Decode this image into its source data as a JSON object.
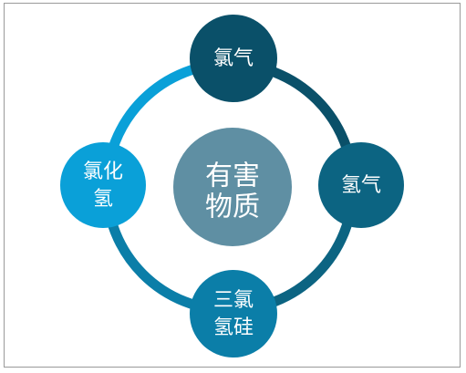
{
  "diagram": {
    "center": {
      "line1": "有害",
      "line2": "物质",
      "color": "#5f8fa3"
    },
    "nodes": {
      "top": {
        "label": "氯气",
        "color": "#0a5069"
      },
      "right": {
        "label": "氢气",
        "color": "#0c6482"
      },
      "bottom": {
        "line1": "三氯",
        "line2": "氢硅",
        "color": "#0b7ea8"
      },
      "left": {
        "line1": "氯化",
        "line2": "氢",
        "color": "#0aa0d8"
      }
    },
    "ring_colors": {
      "upper_right": "#0a5069",
      "lower_right": "#0c6482",
      "lower_left": "#0b7ea8",
      "upper_left": "#0aa0d8"
    }
  }
}
